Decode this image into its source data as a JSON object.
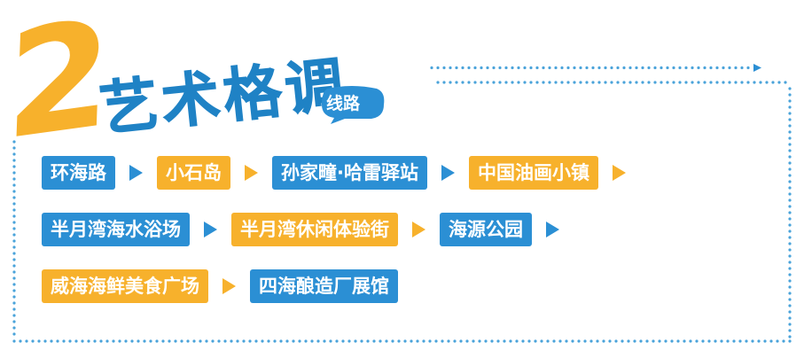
{
  "number": "2",
  "title": "艺术格调",
  "badge": "线路",
  "colors": {
    "blue": "#2B8FD4",
    "orange": "#F7B12C"
  },
  "rows": [
    [
      {
        "label": "环海路",
        "color": "blue"
      },
      {
        "label": "小石岛",
        "color": "orange"
      },
      {
        "label": "孙家疃·哈雷驿站",
        "color": "blue"
      },
      {
        "label": "中国油画小镇",
        "color": "orange"
      }
    ],
    [
      {
        "label": "半月湾海水浴场",
        "color": "blue"
      },
      {
        "label": "半月湾休闲体验街",
        "color": "orange"
      },
      {
        "label": "海源公园",
        "color": "blue"
      }
    ],
    [
      {
        "label": "威海海鲜美食广场",
        "color": "orange"
      },
      {
        "label": "四海酿造厂展馆",
        "color": "blue"
      }
    ]
  ]
}
